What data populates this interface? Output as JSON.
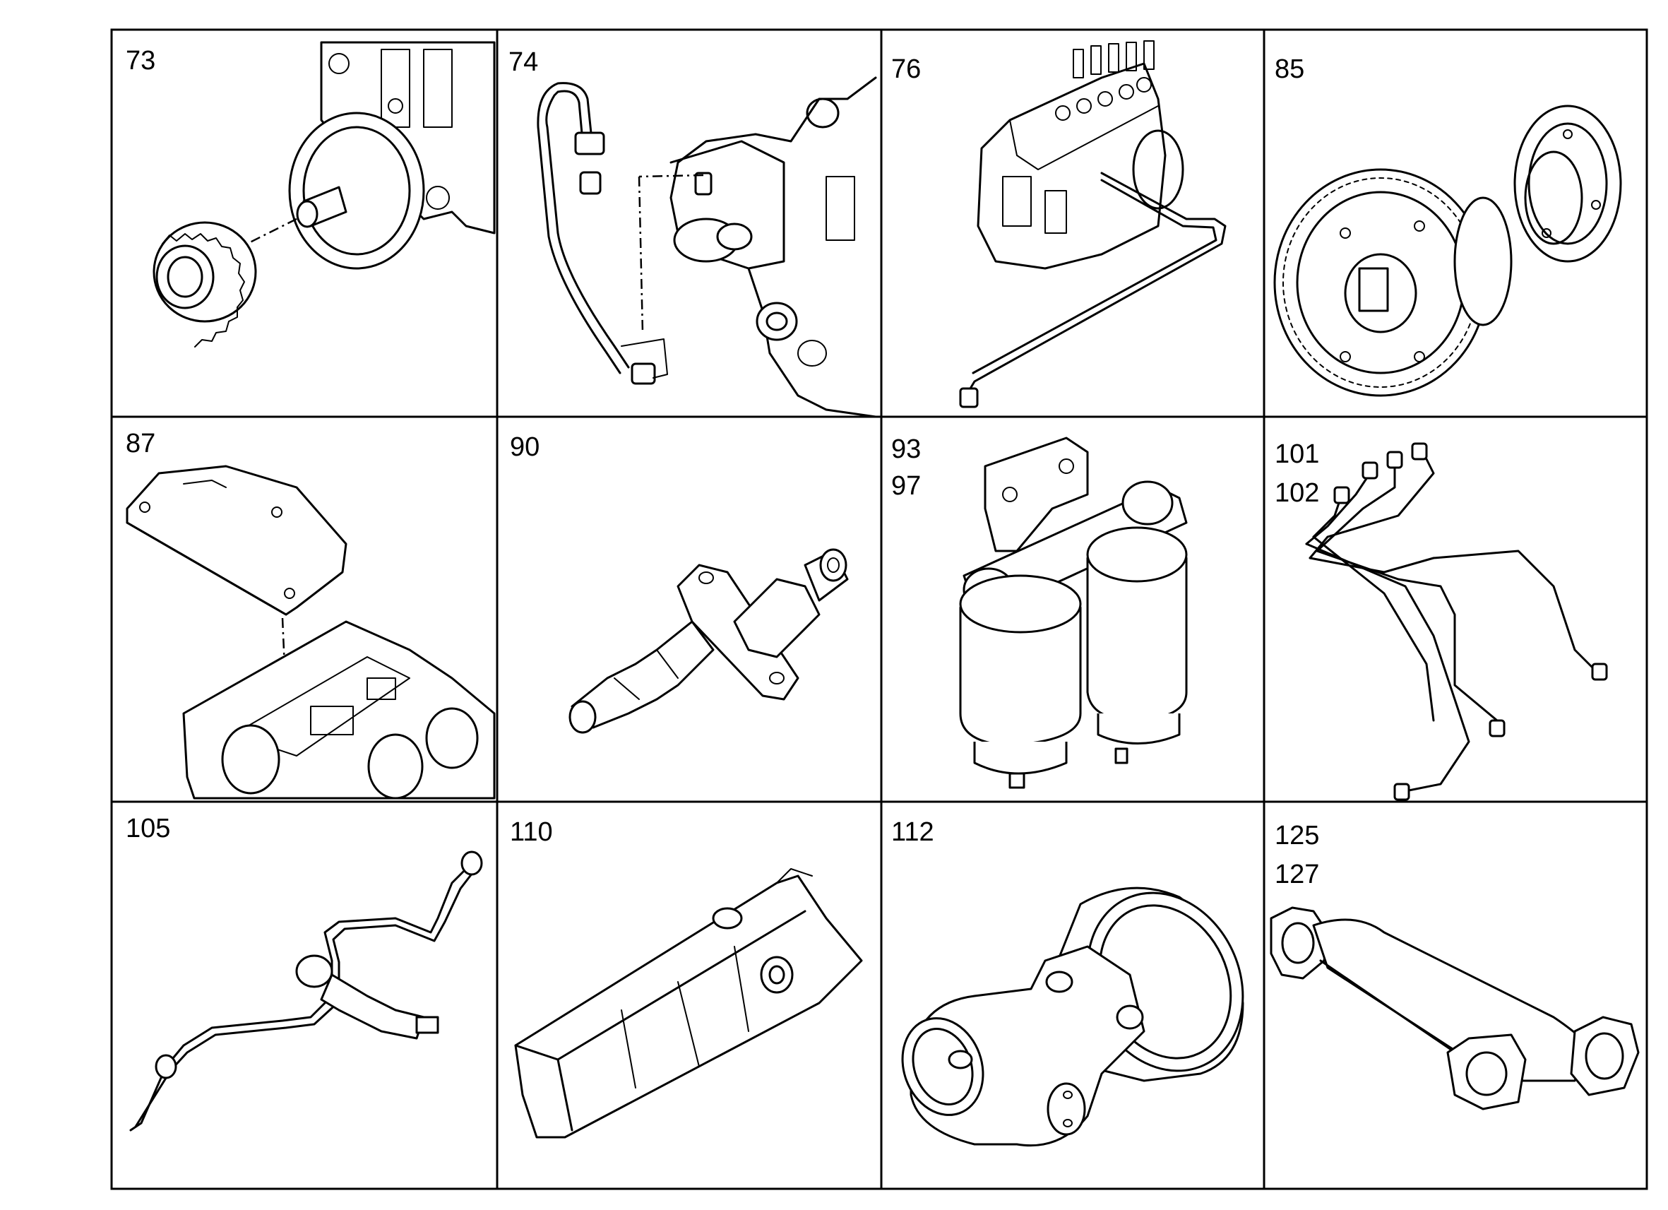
{
  "cells": [
    {
      "labels": [
        "73"
      ],
      "icon": "injection-pump-gear-icon"
    },
    {
      "labels": [
        "74"
      ],
      "icon": "pump-fuel-line-icon"
    },
    {
      "labels": [
        "76"
      ],
      "icon": "injection-pump-pipe-icon"
    },
    {
      "labels": [
        "85"
      ],
      "icon": "timing-device-icon"
    },
    {
      "labels": [
        "87"
      ],
      "icon": "cover-plate-icon"
    },
    {
      "labels": [
        "90"
      ],
      "icon": "injector-nozzle-icon"
    },
    {
      "labels": [
        "93",
        "97"
      ],
      "icon": "fuel-filter-icon"
    },
    {
      "labels": [
        "101",
        "102"
      ],
      "icon": "injection-lines-icon"
    },
    {
      "labels": [
        "105"
      ],
      "icon": "leak-off-line-icon"
    },
    {
      "labels": [
        "110"
      ],
      "icon": "intake-manifold-icon"
    },
    {
      "labels": [
        "112"
      ],
      "icon": "air-intake-elbow-icon"
    },
    {
      "labels": [
        "125",
        "127"
      ],
      "icon": "exhaust-pipe-icon"
    }
  ]
}
